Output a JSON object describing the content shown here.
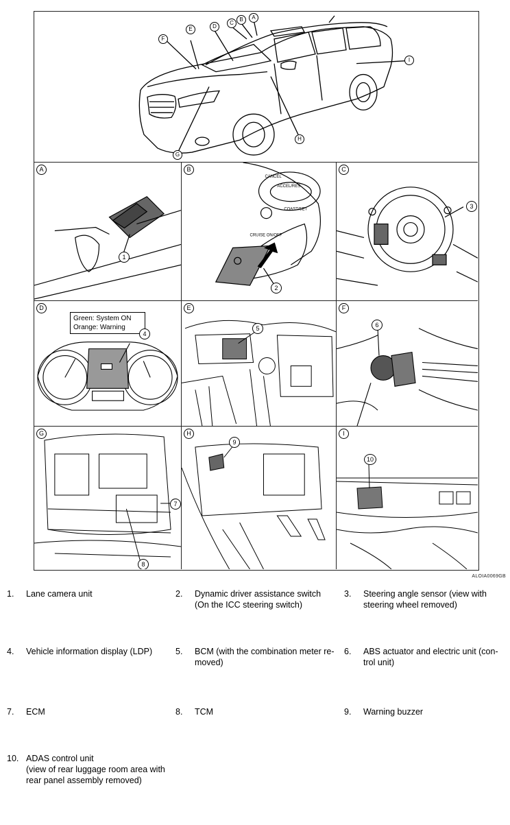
{
  "figure": {
    "figure_id": "ALOIA0069GB",
    "overview_callouts": [
      "A",
      "B",
      "C",
      "D",
      "E",
      "F",
      "G",
      "H",
      "I"
    ],
    "panels": [
      {
        "id": "A",
        "callout": "1"
      },
      {
        "id": "B",
        "callout": "2",
        "labels": [
          "CANCEL",
          "ACCEL/RES",
          "COAST/SET",
          "CRUISE ON/OFF"
        ]
      },
      {
        "id": "C",
        "callout": "3"
      },
      {
        "id": "D",
        "callout": "4",
        "labels": [
          "Green: System ON",
          "Orange: Warning"
        ]
      },
      {
        "id": "E",
        "callout": "5"
      },
      {
        "id": "F",
        "callout": "6"
      },
      {
        "id": "G",
        "callouts": [
          "7",
          "8"
        ]
      },
      {
        "id": "H",
        "callout": "9"
      },
      {
        "id": "I",
        "callout": "10"
      }
    ]
  },
  "legend": [
    {
      "num": "1.",
      "text": "Lane camera unit"
    },
    {
      "num": "2.",
      "text": "Dynamic driver assistance switch\n(On the ICC steering switch)"
    },
    {
      "num": "3.",
      "text": "Steering angle sensor (view with\nsteering wheel removed)"
    },
    {
      "num": "4.",
      "text": "Vehicle information display (LDP)"
    },
    {
      "num": "5.",
      "text": "BCM (with the combination meter re-\nmoved)"
    },
    {
      "num": "6.",
      "text": "ABS actuator and electric unit (con-\ntrol unit)"
    },
    {
      "num": "7.",
      "text": "ECM"
    },
    {
      "num": "8.",
      "text": "TCM"
    },
    {
      "num": "9.",
      "text": "Warning buzzer"
    },
    {
      "num": "10.",
      "text": "ADAS control unit\n(view of rear luggage room area with\nrear panel assembly removed)"
    }
  ]
}
